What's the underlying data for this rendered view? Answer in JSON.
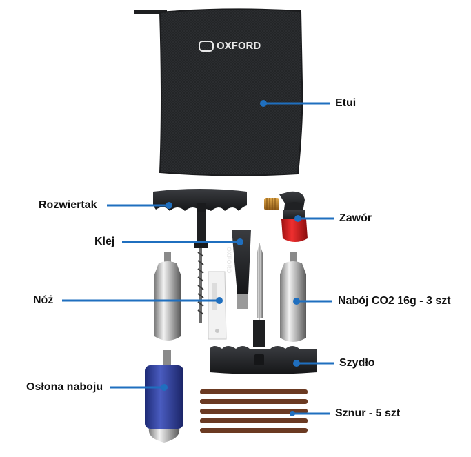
{
  "brand": {
    "name": "OXFORD"
  },
  "colors": {
    "leader": "#1f6fbf",
    "pouch": "#2b2d30",
    "tool_body": "#26282b",
    "valve_red": "#d61f1f",
    "valve_brass": "#c9892a",
    "canister": "#b8b8b8",
    "sleeve_blue": "#2f3f9a",
    "cord_brown": "#6b3a22"
  },
  "labels": {
    "etui": "Etui",
    "rozwiertak": "Rozwiertak",
    "zawor": "Zawór",
    "klej": "Klej",
    "noz": "Nóż",
    "naboj": "Nabój CO2 16g - 3 szt",
    "szydlo": "Szydło",
    "oslona": "Osłona naboju",
    "sznur": "Sznur - 5 szt"
  }
}
